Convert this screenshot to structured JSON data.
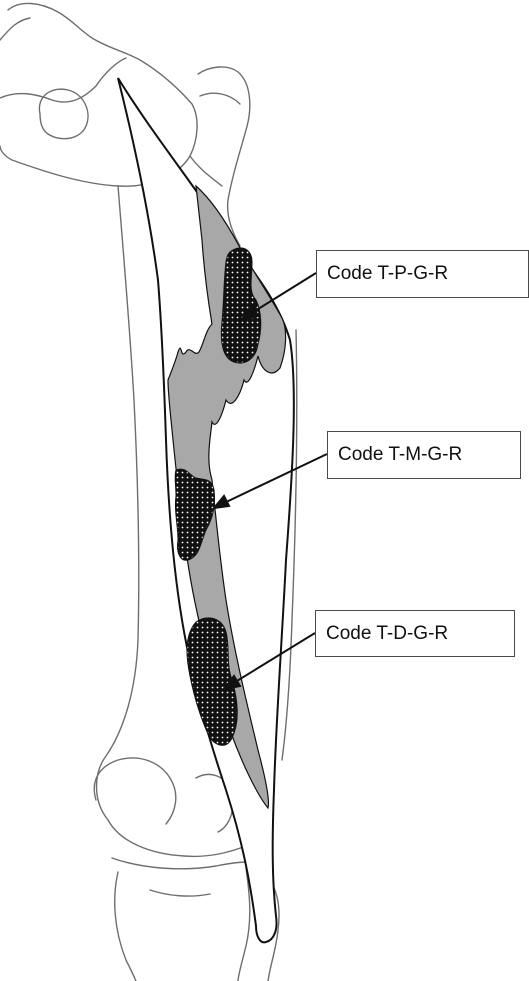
{
  "labels": {
    "proximal": "Code T-P-G-R",
    "middle": "Code T-M-G-R",
    "distal": "Code T-D-G-R"
  },
  "colors": {
    "bone_outline": "#6e6e6e",
    "muscle_fill": "#ffffff",
    "region_fill": "#a8a8a8",
    "lesion_fill": "#111111",
    "outline": "#111111"
  }
}
